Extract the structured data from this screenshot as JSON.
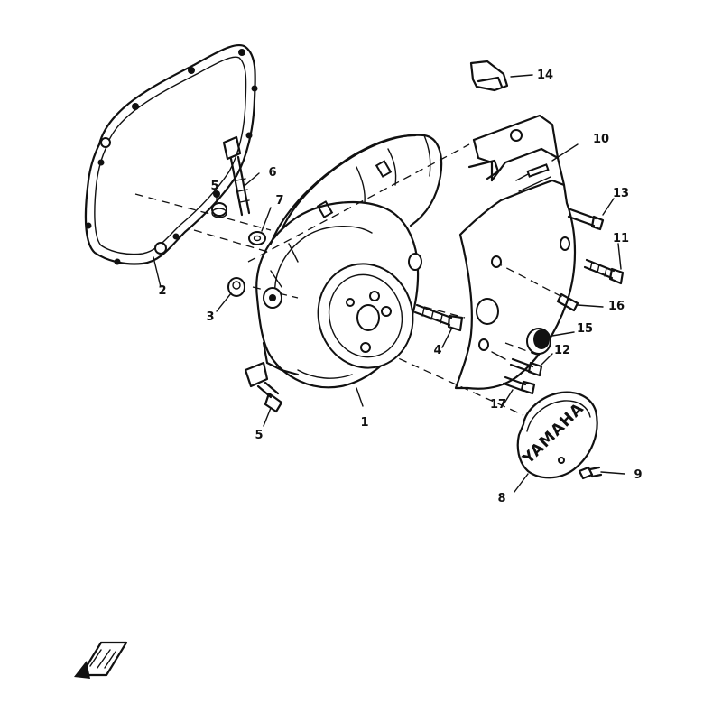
{
  "callouts": [
    {
      "id": "1",
      "label": "1"
    },
    {
      "id": "2",
      "label": "2"
    },
    {
      "id": "3",
      "label": "3"
    },
    {
      "id": "4",
      "label": "4"
    },
    {
      "id": "5a",
      "label": "5"
    },
    {
      "id": "5b",
      "label": "5"
    },
    {
      "id": "6",
      "label": "6"
    },
    {
      "id": "7",
      "label": "7"
    },
    {
      "id": "8",
      "label": "8"
    },
    {
      "id": "9",
      "label": "9"
    },
    {
      "id": "10",
      "label": "10"
    },
    {
      "id": "11",
      "label": "11"
    },
    {
      "id": "12",
      "label": "12"
    },
    {
      "id": "13",
      "label": "13"
    },
    {
      "id": "14",
      "label": "14"
    },
    {
      "id": "15",
      "label": "15"
    },
    {
      "id": "16",
      "label": "16"
    },
    {
      "id": "17",
      "label": "17"
    }
  ],
  "emblem": {
    "text": "YAMAHA"
  },
  "colors": {
    "ink": "#111111",
    "paper": "#ffffff"
  }
}
